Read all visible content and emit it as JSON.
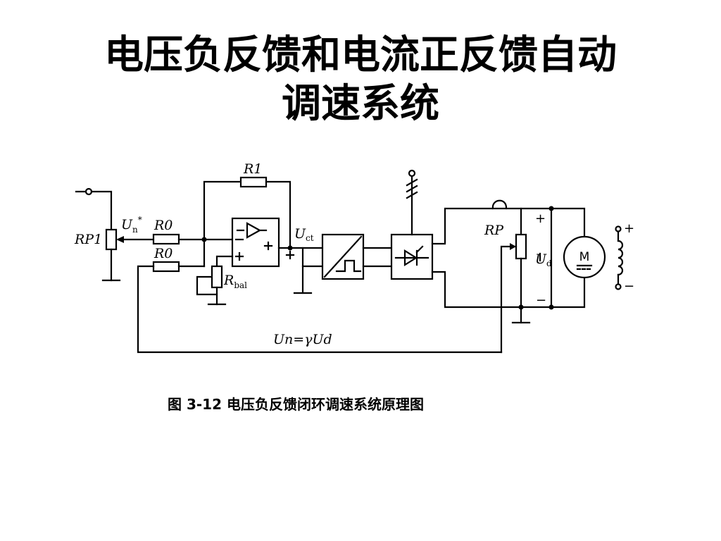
{
  "title": {
    "line1": "电压负反馈和电流正反馈自动",
    "line2": "调速系统"
  },
  "diagram": {
    "labels": {
      "r1": "R1",
      "r0_top": "R0",
      "r0_bottom": "R0",
      "rp1": "RP1",
      "un_star": "U",
      "un_star_sub": "n",
      "un_star_sup": "*",
      "uct": "U",
      "uct_sub": "ct",
      "rbal": "R",
      "rbal_sub": "bal",
      "rp": "RP",
      "ud": "U",
      "ud_sub": "d",
      "motor": "M",
      "feedback": "Un=γUd",
      "plus": "+",
      "minus": "−"
    },
    "caption": "图 3-12   电压负反馈闭环调速系统原理图"
  }
}
